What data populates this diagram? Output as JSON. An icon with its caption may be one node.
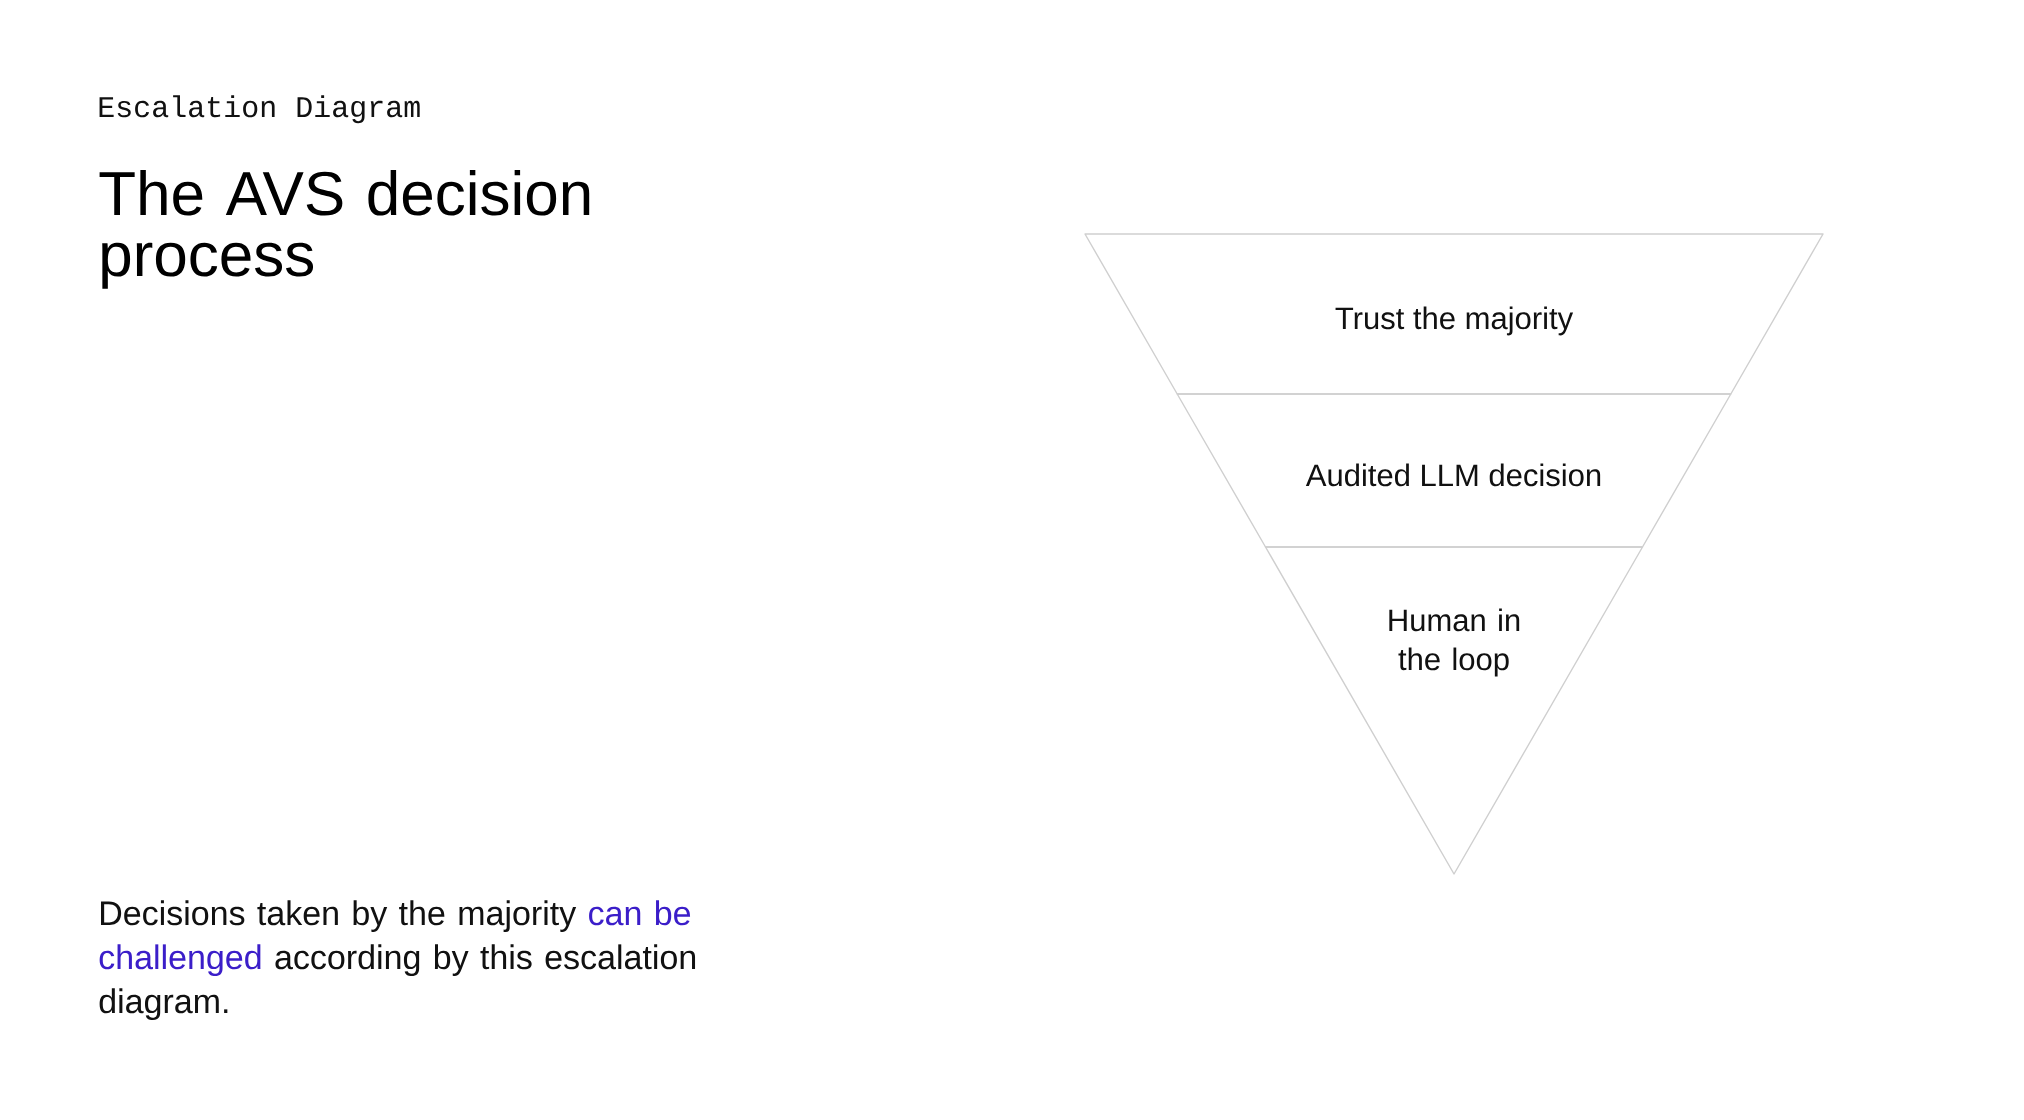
{
  "diagram": {
    "title": "The AVS decision process",
    "nodes": [
      {
        "text": [
          "Trust the majority"
        ]
      },
      {
        "text": [
          "Audited LLM decision"
        ]
      },
      {
        "text": [
          "Human in the loop"
        ]
      }
    ],
    "labels": [
      "Escalation Diagram",
      "Decisions taken by the majority",
      "can be challenged",
      "according by this escalation diagram."
    ]
  }
}
